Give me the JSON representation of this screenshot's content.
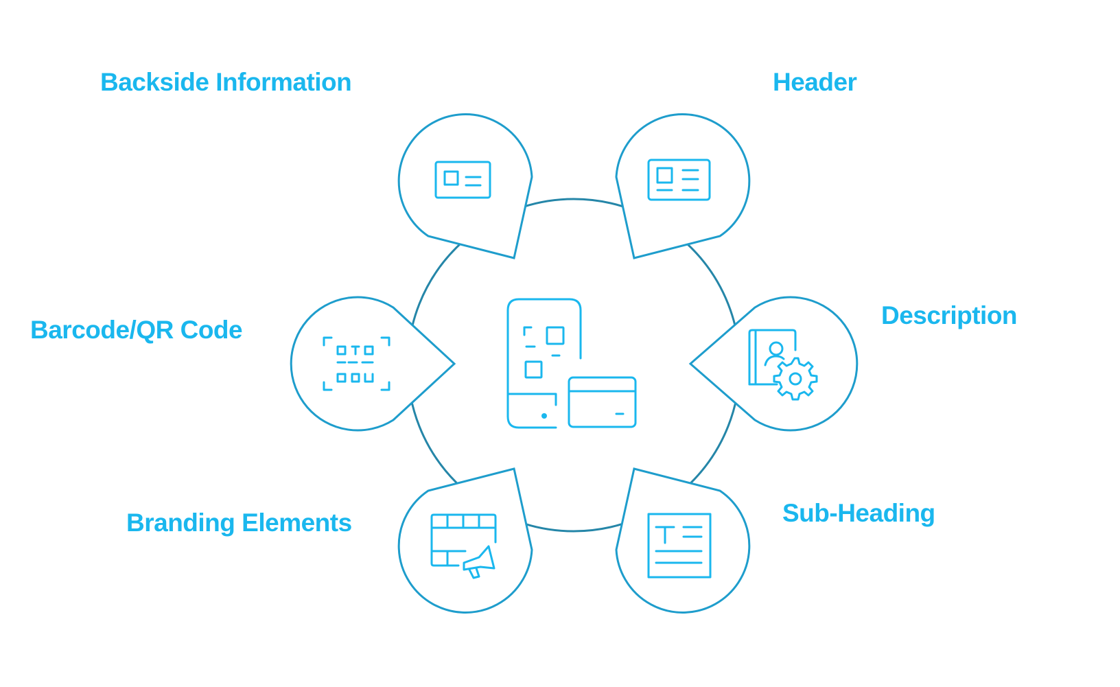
{
  "diagram": {
    "center": {
      "icon": "phone-with-qr-and-card-icon"
    },
    "nodes": [
      {
        "key": "backside",
        "label": "Backside Information",
        "icon": "id-card-icon"
      },
      {
        "key": "header",
        "label": "Header",
        "icon": "id-card-lines-icon"
      },
      {
        "key": "barcode",
        "label": "Barcode/QR Code",
        "icon": "qr-scan-icon"
      },
      {
        "key": "description",
        "label": "Description",
        "icon": "profile-settings-icon"
      },
      {
        "key": "branding",
        "label": "Branding Elements",
        "icon": "calendar-megaphone-icon"
      },
      {
        "key": "subheading",
        "label": "Sub-Heading",
        "icon": "text-document-icon"
      }
    ],
    "colors": {
      "label": "#1ab7ee",
      "icon": "#1ab7ee",
      "pin_stroke": "#1e9dcc",
      "ring_stroke": "#2586a8"
    }
  }
}
